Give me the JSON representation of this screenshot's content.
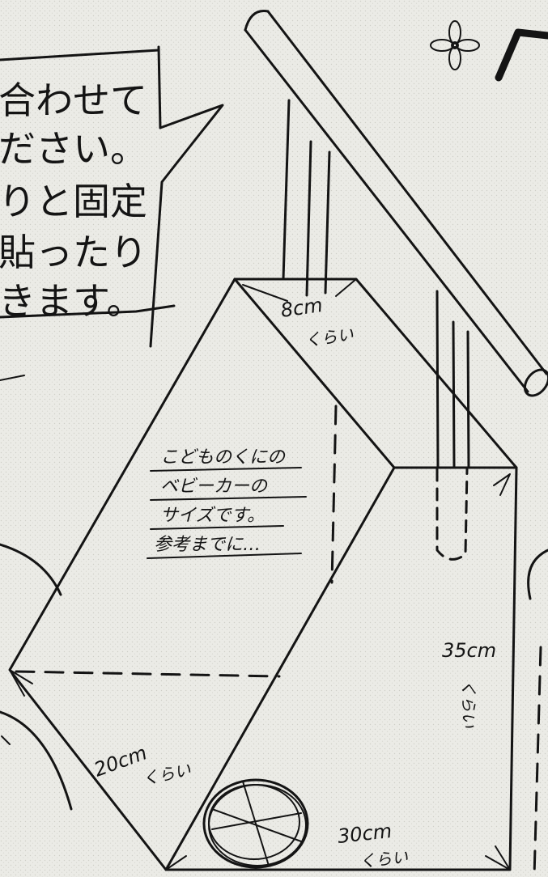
{
  "side_note": {
    "lines": [
      "合わせて",
      "ださい。",
      "りと固定",
      "貼ったり",
      "きます。"
    ]
  },
  "stroller_label": {
    "lines": [
      "こどものくにの",
      "ベビーカーの",
      "サイズです。",
      "参考までに…"
    ]
  },
  "dimensions": {
    "depth_value": "8cm",
    "depth_unit": "くらい",
    "height_value": "35cm",
    "height_unit": "くらい",
    "width_value": "20cm",
    "width_unit": "くらい",
    "length_value": "30cm",
    "length_unit": "くらい"
  },
  "icons": [
    "flower-icon",
    "wheel-icon"
  ]
}
